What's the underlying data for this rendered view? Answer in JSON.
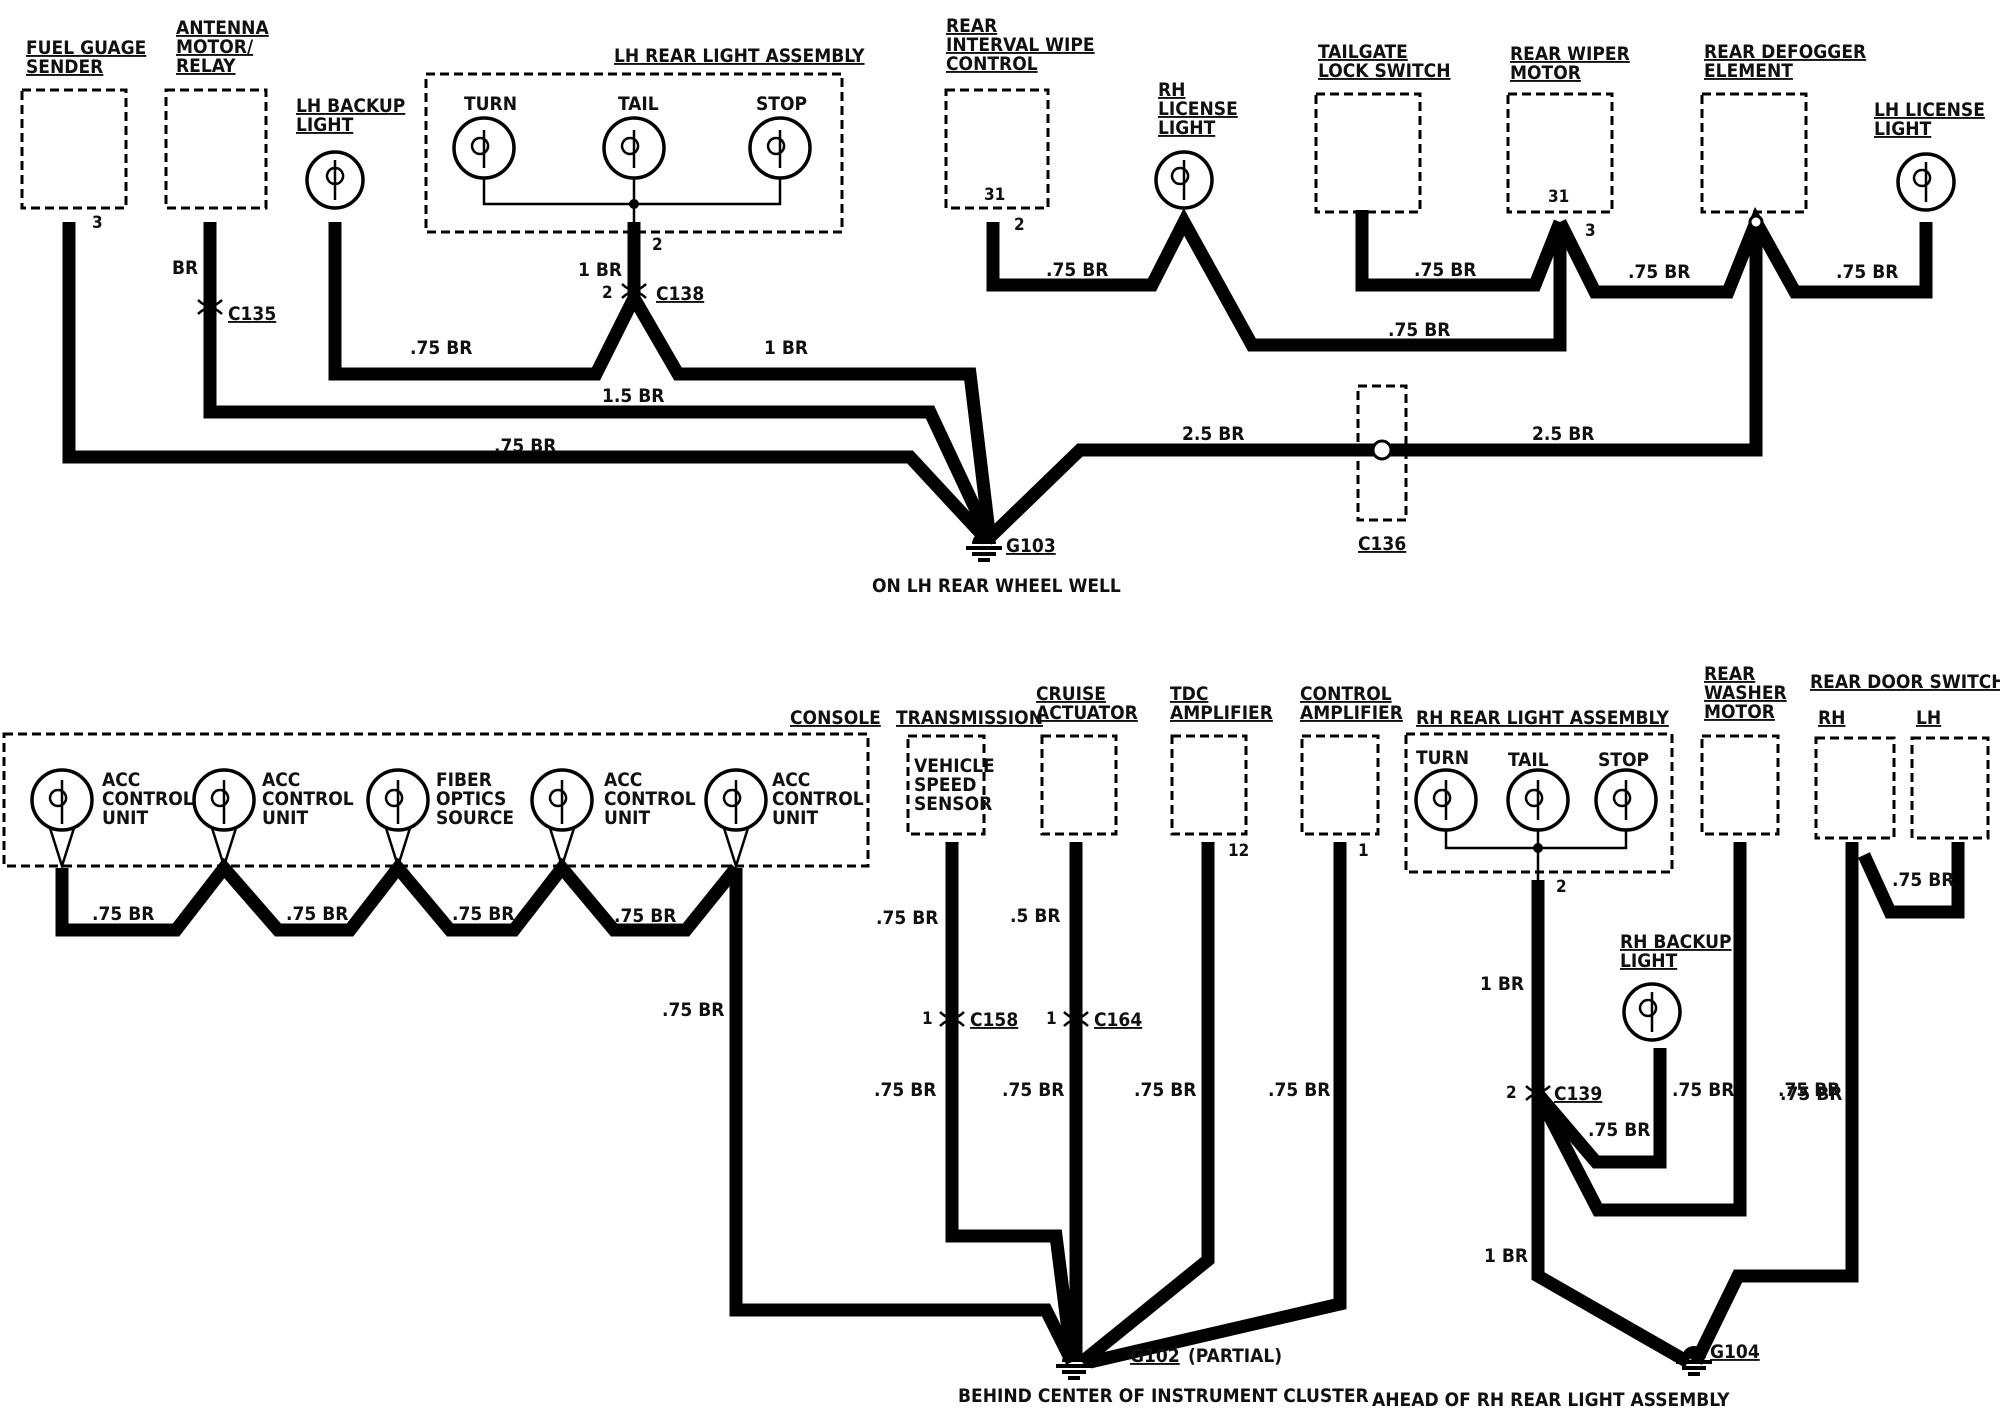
{
  "upper": {
    "fuel_gauge": {
      "title": "FUEL GUAGE\nSENDER",
      "pin": "3"
    },
    "antenna": {
      "title": "ANTENNA\nMOTOR/\nRELAY"
    },
    "lh_backup_light": {
      "title": "LH BACKUP\nLIGHT"
    },
    "lh_rear_light_assembly": {
      "title": "LH REAR LIGHT ASSEMBLY",
      "bulbs": [
        "TURN",
        "TAIL",
        "STOP"
      ],
      "pin": "2"
    },
    "rear_interval_wipe": {
      "title": "REAR\nINTERVAL WIPE\nCONTROL",
      "pin_inside": "31",
      "pin": "2"
    },
    "rh_license_light": {
      "title": "RH\nLICENSE\nLIGHT"
    },
    "tailgate_lock_switch": {
      "title": "TAILGATE\nLOCK SWITCH"
    },
    "rear_wiper_motor": {
      "title": "REAR WIPER\nMOTOR",
      "pin_inside": "31",
      "pin": "3"
    },
    "rear_defogger": {
      "title": "REAR DEFOGGER\nELEMENT"
    },
    "lh_license_light": {
      "title": "LH LICENSE\nLIGHT"
    },
    "connectors": {
      "c135": "C135",
      "c138": "C138",
      "c138_pin": "2",
      "c136": "C136"
    },
    "wires": {
      "antenna_br": "BR",
      "assembly_1br": "1 BR",
      "lh_backup_075": ".75 BR",
      "c138_1br": "1 BR",
      "antenna_15br": "1.5 BR",
      "fuel_075": ".75 BR",
      "g103_25br": "2.5 BR",
      "defog_25br": "2.5 BR",
      "wipe_075": ".75 BR",
      "tailgate_075": ".75 BR",
      "license_075": ".75 BR",
      "wiper_defog_075": ".75 BR",
      "lh_license_075": ".75 BR"
    },
    "ground": {
      "id": "G103",
      "location": "ON LH REAR WHEEL WELL"
    }
  },
  "lower": {
    "console": {
      "title": "CONSOLE",
      "units": [
        {
          "label": "ACC\nCONTROL\nUNIT"
        },
        {
          "label": "ACC\nCONTROL\nUNIT"
        },
        {
          "label": "FIBER\nOPTICS\nSOURCE"
        },
        {
          "label": "ACC\nCONTROL\nUNIT"
        },
        {
          "label": "ACC\nCONTROL\nUNIT"
        }
      ]
    },
    "transmission": {
      "title": "TRANSMISSION",
      "inside": "VEHICLE\nSPEED\nSENSOR"
    },
    "cruise_actuator": {
      "title": "CRUISE\nACTUATOR"
    },
    "tdc_amplifier": {
      "title": "TDC\nAMPLIFIER",
      "pin": "12"
    },
    "control_amplifier": {
      "title": "CONTROL\nAMPLIFIER",
      "pin": "1"
    },
    "rh_rear_light_assembly": {
      "title": "RH REAR LIGHT ASSEMBLY",
      "bulbs": [
        "TURN",
        "TAIL",
        "STOP"
      ],
      "pin": "2"
    },
    "rear_washer_motor": {
      "title": "REAR\nWASHER\nMOTOR"
    },
    "rear_door_switches": {
      "title": "REAR DOOR SWITCHES",
      "rh": "RH",
      "lh": "LH"
    },
    "rh_backup_light": {
      "title": "RH BACKUP\nLIGHT"
    },
    "connectors": {
      "c158": "C158",
      "c158_pin": "1",
      "c164": "C164",
      "c164_pin": "1",
      "c139": "C139",
      "c139_pin": "2"
    },
    "wires": {
      "console_chain": [
        ".75 BR",
        ".75 BR",
        ".75 BR",
        ".75 BR"
      ],
      "console_down": ".75 BR",
      "trans_top": ".75 BR",
      "cruise_top": ".5 BR",
      "trans_bottom": ".75 BR",
      "cruise_bottom": ".75 BR",
      "tdc": ".75 BR",
      "ctrl": ".75 BR",
      "rh_assembly_1br": "1 BR",
      "c139_1br": "1 BR",
      "backup_075": ".75 BR",
      "washer_075": ".75 BR",
      "door_rh_075": ".75 BR",
      "door_lh_075": ".75 BR",
      "c139_backup_075": ".75 BR"
    },
    "ground_g102": {
      "id": "G102",
      "note": "(PARTIAL)",
      "location": "BEHIND CENTER OF INSTRUMENT CLUSTER"
    },
    "ground_g104": {
      "id": "G104",
      "location": "AHEAD OF RH REAR LIGHT ASSEMBLY"
    }
  }
}
